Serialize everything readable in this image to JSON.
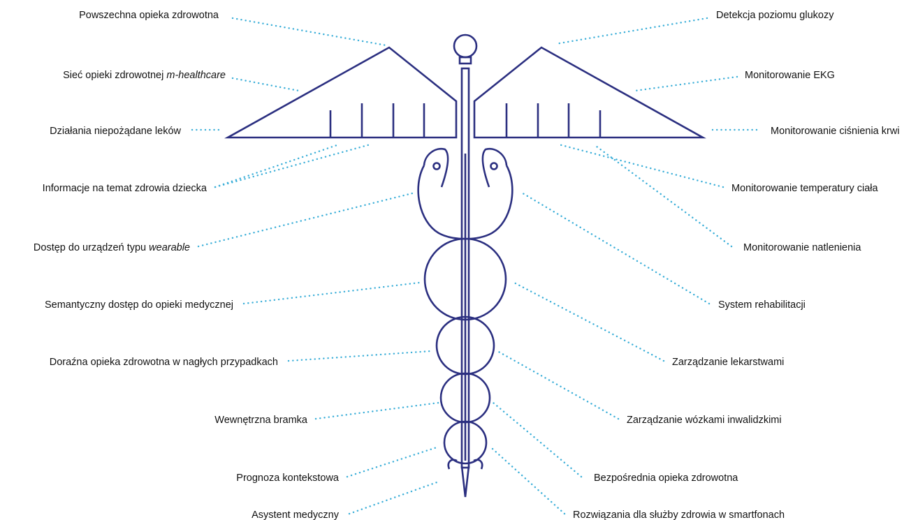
{
  "colors": {
    "symbol": "#2b2f80",
    "connector": "#3aaed8",
    "text": "#111111"
  },
  "left_labels": [
    {
      "text": "Powszechna opieka zdrowotna"
    },
    {
      "text": "Sieć opieki zdrowotnej ",
      "italic": "m-healthcare"
    },
    {
      "text": "Działania niepożądane leków"
    },
    {
      "text": "Informacje na temat zdrowia dziecka"
    },
    {
      "text": "Dostęp do urządzeń typu ",
      "italic": "wearable"
    },
    {
      "text": "Semantyczny dostęp do opieki medycznej"
    },
    {
      "text": "Doraźna opieka zdrowotna w nagłych przypadkach"
    },
    {
      "text": "Wewnętrzna bramka"
    },
    {
      "text": "Prognoza kontekstowa"
    },
    {
      "text": "Asystent medyczny"
    }
  ],
  "right_labels": [
    {
      "text": "Detekcja poziomu glukozy"
    },
    {
      "text": "Monitorowanie EKG"
    },
    {
      "text": "Monitorowanie ciśnienia krwi"
    },
    {
      "text": "Monitorowanie temperatury ciała"
    },
    {
      "text": "Monitorowanie natlenienia"
    },
    {
      "text": "System rehabilitacji"
    },
    {
      "text": "Zarządzanie lekarstwami"
    },
    {
      "text": "Zarządzanie wózkami inwalidzkimi"
    },
    {
      "text": "Bezpośrednia opieka zdrowotna"
    },
    {
      "text": "Rozwiązania dla służby zdrowia w smartfonach"
    }
  ]
}
